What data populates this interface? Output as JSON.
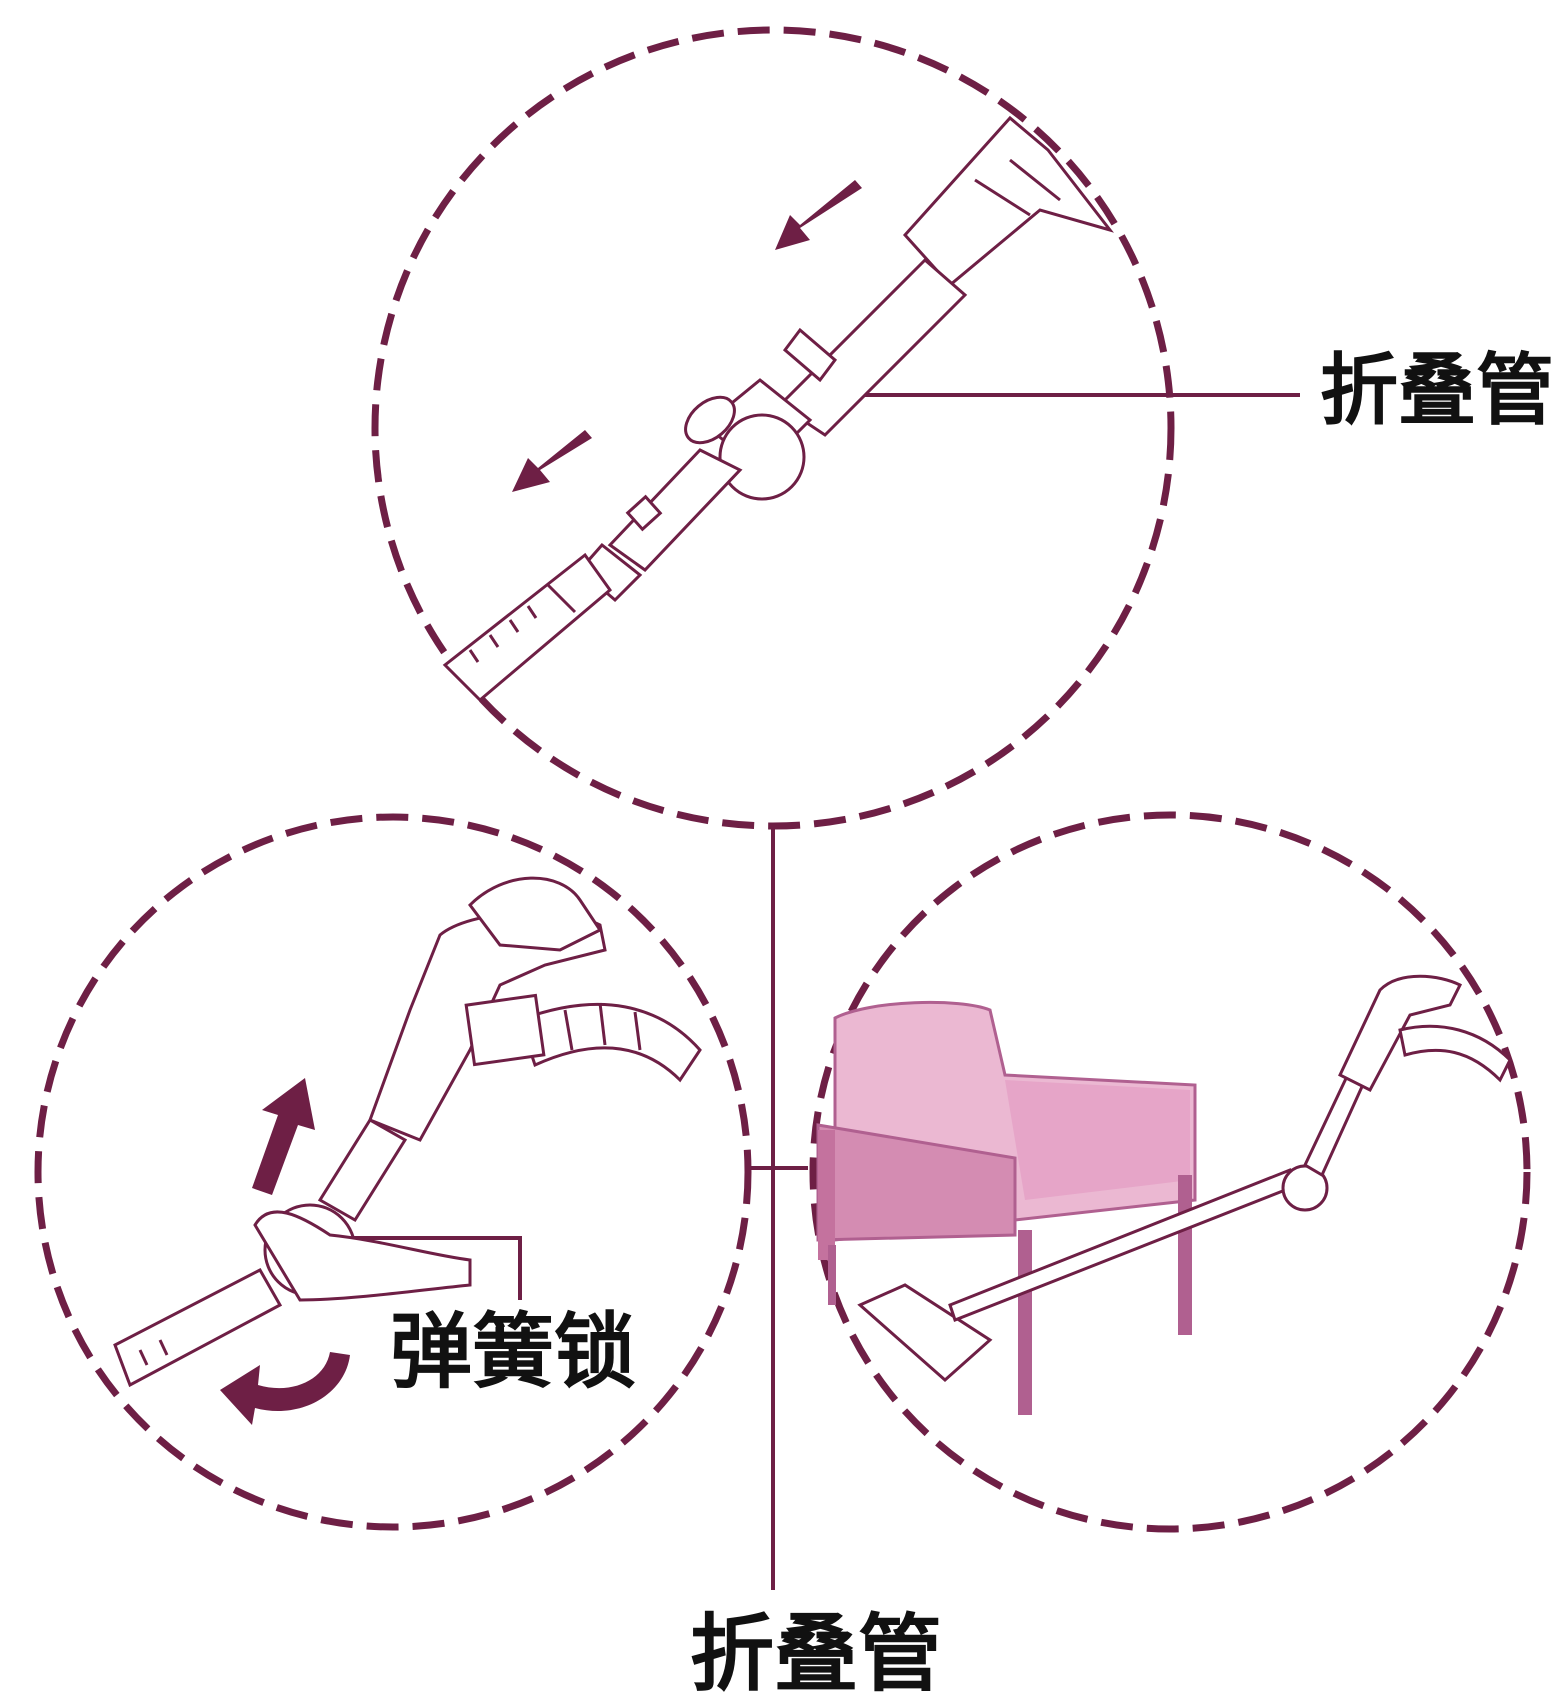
{
  "labels": {
    "folding_tube_top": "折叠管",
    "spring_lock": "弹簧锁",
    "folding_tube_bottom": "折叠管"
  },
  "colors": {
    "outline": "#6e1f45",
    "chair_pink": "#d48cb2",
    "chair_light": "#ebb8d2",
    "chair_dark": "#b06090",
    "text": "#111111"
  },
  "icons": {
    "arrows_top": "arrow-down-left-icon",
    "arrow_up": "arrow-up-right-icon",
    "arrow_rotate": "rotate-arrow-icon"
  }
}
